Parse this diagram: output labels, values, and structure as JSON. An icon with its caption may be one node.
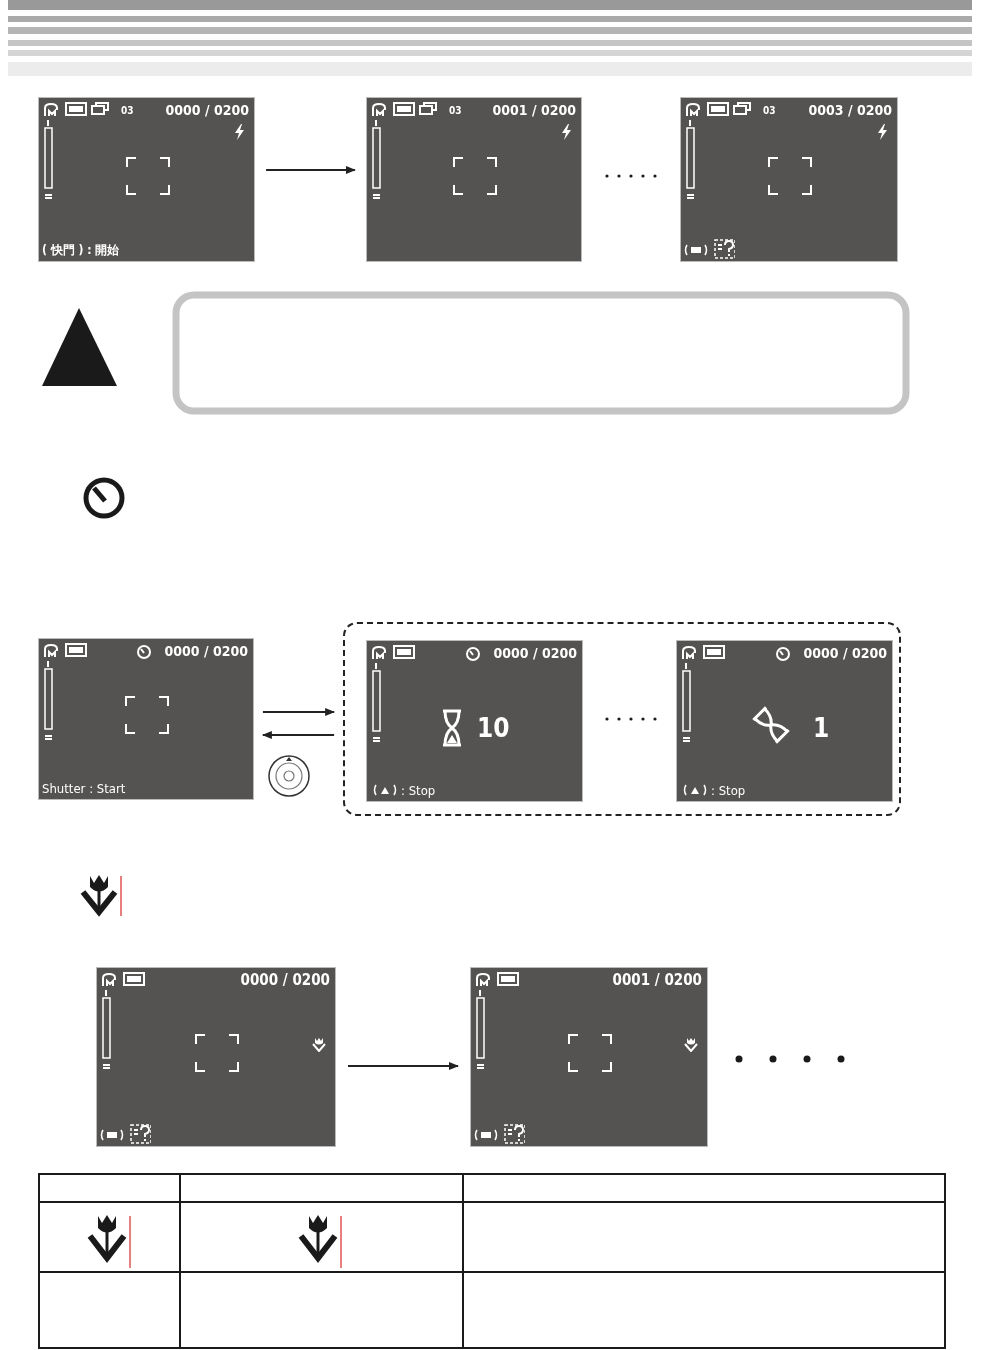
{
  "diagram": {
    "nodes": [
      {
        "text": [
          "03",
          "0000 / 0200",
          "( 快門 ) : 開始"
        ]
      },
      {
        "text": [
          "03",
          "0001 / 0200"
        ]
      },
      {
        "text": [
          "03",
          "0003 / 0200"
        ]
      },
      {
        "text": [
          "0000 / 0200",
          "Shutter : Start"
        ]
      },
      {
        "text": [],
        "shape": "box"
      },
      {
        "text": [
          "0000 / 0200",
          "10",
          ": Stop"
        ],
        "in": 4
      },
      {
        "text": [
          "0000 / 0200",
          "1",
          ": Stop"
        ],
        "in": 4
      },
      {
        "text": [
          "0000 / 0200"
        ]
      },
      {
        "text": [
          "0001 / 0200"
        ]
      }
    ],
    "edges": [
      {
        "from": 0,
        "to": 1,
        "arrow": "to"
      },
      {
        "from": 3,
        "to": 4,
        "arrow": "to"
      },
      {
        "from": 4,
        "to": 3,
        "arrow": "to"
      },
      {
        "from": 7,
        "to": 8,
        "arrow": "to"
      }
    ]
  }
}
